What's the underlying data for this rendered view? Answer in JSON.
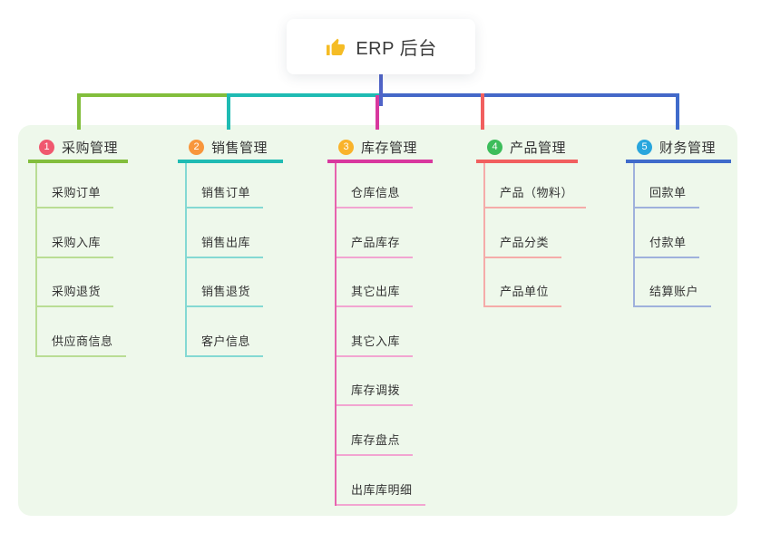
{
  "root": {
    "label": "ERP 后台",
    "icon": "thumbs-up-icon",
    "icon_color": "#F5BC25"
  },
  "panel": {
    "background": "#EEF8EB"
  },
  "connectors": {
    "root_vertical": "#5064C8",
    "right_horizontal": "#4468C8"
  },
  "branches": [
    {
      "badge": "1",
      "title": "采购管理",
      "color": "#82BE3C",
      "badge_color": "#F0586F",
      "light_color": "#B9DD94",
      "spine_color": "#B9DD94",
      "children": [
        "采购订单",
        "采购入库",
        "采购退货",
        "供应商信息"
      ]
    },
    {
      "badge": "2",
      "title": "销售管理",
      "color": "#1FBBB3",
      "badge_color": "#F8963C",
      "light_color": "#84D9D3",
      "spine_color": "#84D9D3",
      "children": [
        "销售订单",
        "销售出库",
        "销售退货",
        "客户信息"
      ]
    },
    {
      "badge": "3",
      "title": "库存管理",
      "color": "#D8389E",
      "badge_color": "#F9B32B",
      "light_color": "#F2A5D1",
      "spine_color": "#E763AE",
      "children": [
        "仓库信息",
        "产品库存",
        "其它出库",
        "其它入库",
        "库存调拨",
        "库存盘点",
        "出库库明细"
      ]
    },
    {
      "badge": "4",
      "title": "产品管理",
      "color": "#F15F5F",
      "badge_color": "#3CBD5B",
      "light_color": "#F5ABA9",
      "spine_color": "#F5ABA9",
      "children": [
        "产品（物料）",
        "产品分类",
        "产品单位"
      ]
    },
    {
      "badge": "5",
      "title": "财务管理",
      "color": "#3F6BCB",
      "badge_color": "#29A6DD",
      "light_color": "#9FB1DC",
      "spine_color": "#9FB1DC",
      "children": [
        "回款单",
        "付款单",
        "结算账户"
      ]
    }
  ]
}
